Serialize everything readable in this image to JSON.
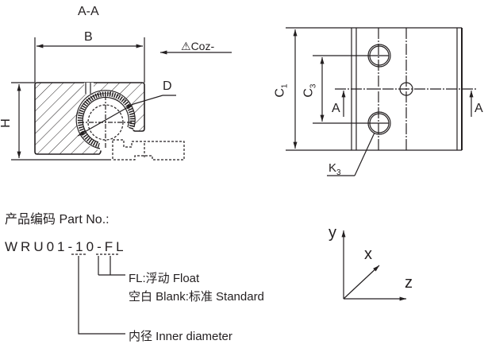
{
  "section_view": {
    "title": "A-A",
    "dim_width": "B",
    "dim_height": "H",
    "dim_diameter": "D",
    "load_label": "Coz-",
    "warning_icon": "warning-triangle-icon"
  },
  "top_view": {
    "dim_c1": "C",
    "dim_c1_sub": "1",
    "dim_c3": "C",
    "dim_c3_sub": "3",
    "section_mark_left": "A",
    "section_mark_right": "A",
    "hole_label": "K",
    "hole_label_sub": "3"
  },
  "part_number": {
    "heading": "产品编码 Part No.:",
    "code_prefix": "WRU01-",
    "code_diameter": "10",
    "code_sep": "-",
    "code_suffix": "FL",
    "suffix_desc_1": "FL:浮动 Float",
    "suffix_desc_2": "空白 Blank:标准 Standard",
    "diameter_desc": "内径 Inner diameter"
  },
  "axes": {
    "y": "y",
    "x": "x",
    "z": "z"
  },
  "colors": {
    "ink": "#231f20"
  }
}
